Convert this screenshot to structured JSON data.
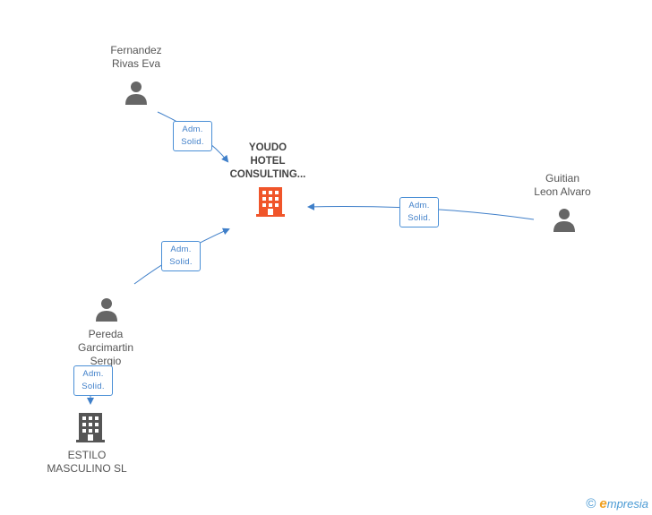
{
  "nodes": {
    "fernandez": {
      "line1": "Fernandez",
      "line2": "Rivas Eva"
    },
    "youdo": {
      "line1": "YOUDO",
      "line2": "HOTEL",
      "line3": "CONSULTING..."
    },
    "guitian": {
      "line1": "Guitian",
      "line2": "Leon Alvaro"
    },
    "pereda": {
      "line1": "Pereda",
      "line2": "Garcimartin",
      "line3": "Sergio"
    },
    "estilo": {
      "line1": "ESTILO",
      "line2": "MASCULINO SL"
    }
  },
  "relations": [
    {
      "line1": "Adm.",
      "line2": "Solid."
    },
    {
      "line1": "Adm.",
      "line2": "Solid."
    },
    {
      "line1": "Adm.",
      "line2": "Solid."
    },
    {
      "line1": "Adm.",
      "line2": "Solid."
    }
  ],
  "footer": {
    "copyright": "©",
    "brand_initial": "e",
    "brand_rest": "mpresia"
  },
  "colors": {
    "main_company": "#f0552a",
    "company": "#555555",
    "person": "#666666",
    "edge": "#3f7fc9"
  }
}
